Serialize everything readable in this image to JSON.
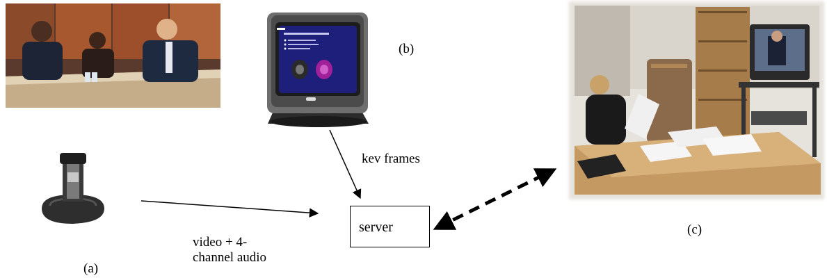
{
  "figure": {
    "labels": {
      "a": "(a)",
      "b": "(b)",
      "c": "(c)"
    },
    "server": "server",
    "edges": {
      "key_frames": "kev frames",
      "video_audio_line1": "video + 4-",
      "video_audio_line2": "channel audio"
    },
    "icons": {
      "meeting_photo": "meeting-photo",
      "monitor": "slide-monitor-icon",
      "camera": "omnidirectional-camera-icon",
      "office_photo": "office-viewer-photo"
    }
  }
}
